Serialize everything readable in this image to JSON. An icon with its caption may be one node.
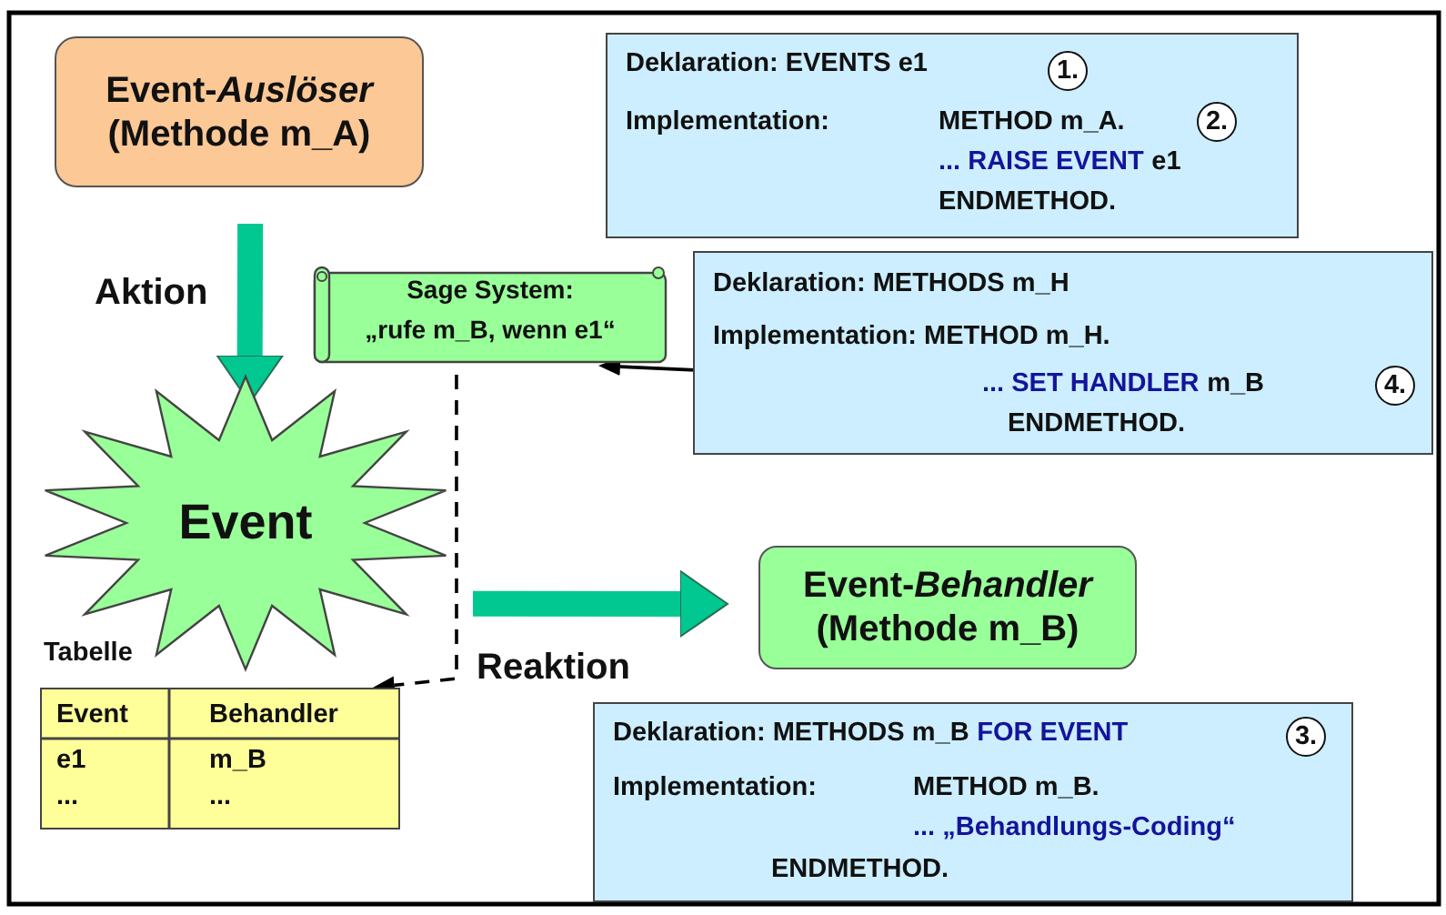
{
  "diagram": {
    "nodes": [
      {
        "text": [
          "Event-*Auslöser* (Methode m_A)"
        ]
      },
      {
        "text": [
          "Deklaration: EVENTS e1",
          "Implementation:",
          "METHOD m_A.",
          "... RAISE EVENT",
          "e1",
          "ENDMETHOD."
        ]
      },
      {
        "text": [
          "Sage System:",
          "„rufe m_B, wenn e1“"
        ]
      },
      {
        "text": [
          "Deklaration: METHODS m_H",
          "Implementation: METHOD m_H.",
          "... SET HANDLER",
          "m_B",
          "ENDMETHOD."
        ]
      },
      {
        "text": [
          "Event"
        ]
      },
      {
        "text": [
          "Event-*Behandler* (Methode m_B)"
        ]
      },
      {
        "text": [
          "Event",
          "Behandler",
          "e1",
          "m_B",
          "...",
          "..."
        ]
      },
      {
        "text": [
          "Deklaration: METHODS m_B",
          "FOR EVENT",
          "Implementation:",
          "METHOD m_B.",
          "... „Behandlungs-Coding“",
          "ENDMETHOD."
        ]
      }
    ],
    "edges": [
      {
        "from": 0,
        "to": 4,
        "arrow": "to",
        "label": "Aktion",
        "style": "thick",
        "color": "#00c890"
      },
      {
        "from": 4,
        "to": 5,
        "arrow": "to",
        "label": "Reaktion",
        "style": "thick",
        "color": "#00c890"
      },
      {
        "from": 3,
        "to": 2,
        "arrow": "to",
        "color": "#000000"
      },
      {
        "from": 2,
        "to": 6,
        "arrow": "to",
        "style": "dashed",
        "color": "#000000"
      }
    ],
    "labels": [
      "1.",
      "2.",
      "4.",
      "Tabelle",
      "3."
    ]
  }
}
